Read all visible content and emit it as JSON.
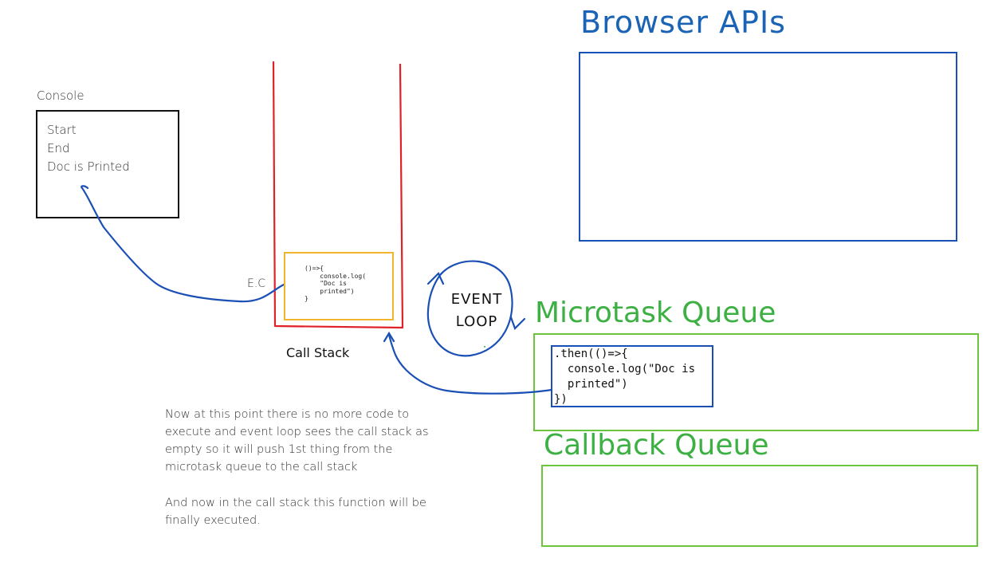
{
  "console": {
    "title": "Console",
    "lines": [
      "Start",
      "End",
      "Doc is Printed"
    ]
  },
  "browser_apis": {
    "title": "Browser APIs"
  },
  "microtask_queue": {
    "title": "Microtask Queue",
    "item_code": ".then(()=>{\n  console.log(\"Doc is\n  printed\")\n})"
  },
  "callback_queue": {
    "title": "Callback Queue"
  },
  "call_stack": {
    "label": "Call Stack",
    "execution_context_label": "E.C",
    "frame_code": "()=>{\n    console.log(\n    \"Doc is\n    printed\")\n}"
  },
  "event_loop": {
    "line1": "EVENT",
    "line2": "LOOP"
  },
  "notes": {
    "paragraph1": "Now at this point there is no more code to execute and event loop sees the call stack as empty so it will push 1st thing from the microtask queue to the call stack",
    "paragraph2": "And now in the call stack this function will be finally executed."
  },
  "colors": {
    "browser_blue": "#1a4fb5",
    "queue_green": "#6bc43b",
    "stack_red": "#e0202a",
    "frame_orange": "#f2b42b",
    "arrow_blue": "#1a4fb5"
  }
}
